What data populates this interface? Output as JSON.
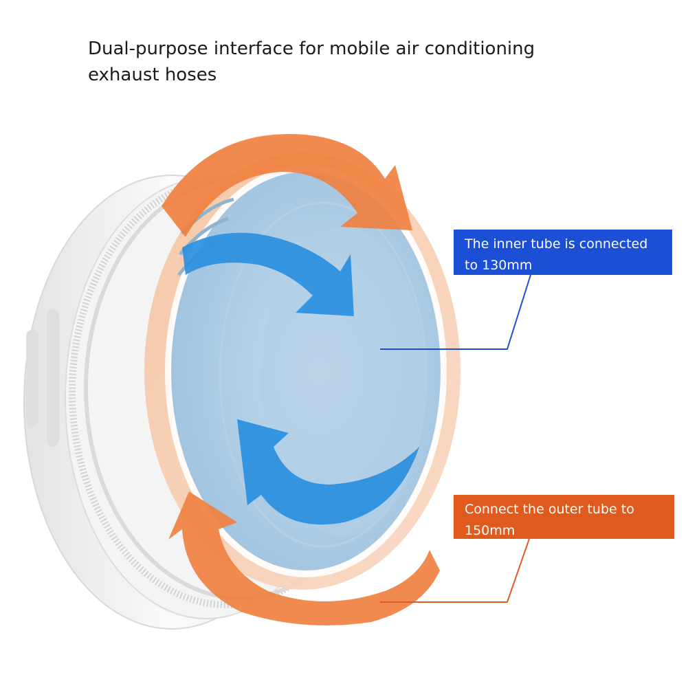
{
  "title": "Dual-purpose interface for mobile air conditioning exhaust hoses",
  "callouts": {
    "inner": {
      "text": "The inner tube is connected to 130mm",
      "color": "#1a4fd6"
    },
    "outer": {
      "text": "Connect the outer tube to 150mm",
      "color": "#e0591d"
    }
  },
  "colors": {
    "orange_arrow": "#f08040",
    "blue_arrow": "#2a8fe0",
    "inner_tube": "#a9cbe4",
    "body": "#f2f2f2"
  },
  "icons": {
    "outer_rotation": "orange-rotation-arrows-icon",
    "inner_rotation": "blue-rotation-arrows-icon"
  }
}
